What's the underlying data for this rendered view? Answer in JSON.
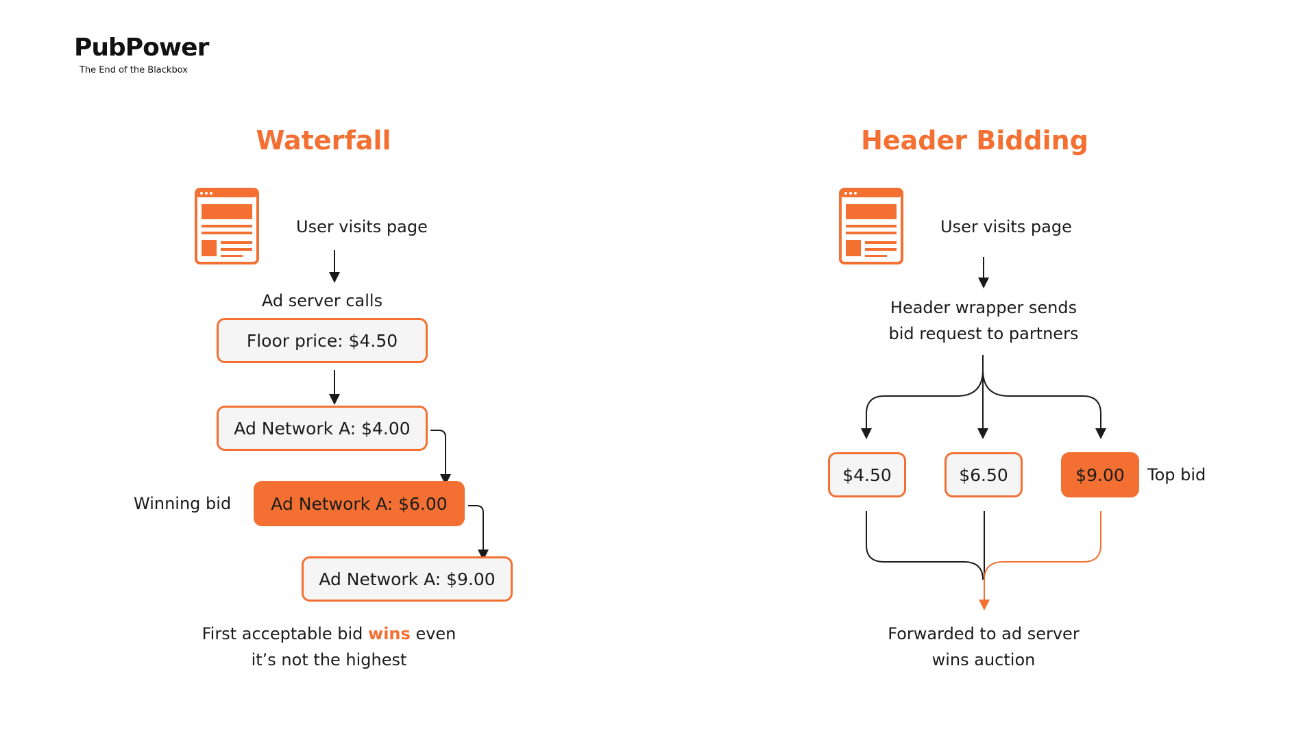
{
  "brand": {
    "name": "PubPower",
    "tagline": "The End of the Blackbox"
  },
  "colors": {
    "accent": "#F37032",
    "box_fill": "#f5f5f5",
    "text": "#1a1a1a"
  },
  "waterfall": {
    "title": "Waterfall",
    "user_visits": "User visits page",
    "ad_server_calls": "Ad server calls",
    "floor": "Floor price: $4.50",
    "steps": [
      "Ad Network A: $4.00",
      "Ad Network A: $6.00",
      "Ad Network A: $9.00"
    ],
    "winning_label": "Winning bid",
    "caption_pre": "First acceptable bid ",
    "caption_wins": "wins",
    "caption_post": " even",
    "caption_line2": "it’s not the highest"
  },
  "header_bidding": {
    "title": "Header Bidding",
    "user_visits": "User visits page",
    "wrapper_line1": "Header wrapper sends",
    "wrapper_line2": "bid request to partners",
    "bids": [
      "$4.50",
      "$6.50",
      "$9.00"
    ],
    "top_bid_label": "Top bid",
    "caption_line1": "Forwarded to ad server",
    "caption_line2": "wins auction"
  },
  "icons": [
    "browser-page-icon",
    "browser-page-icon"
  ]
}
